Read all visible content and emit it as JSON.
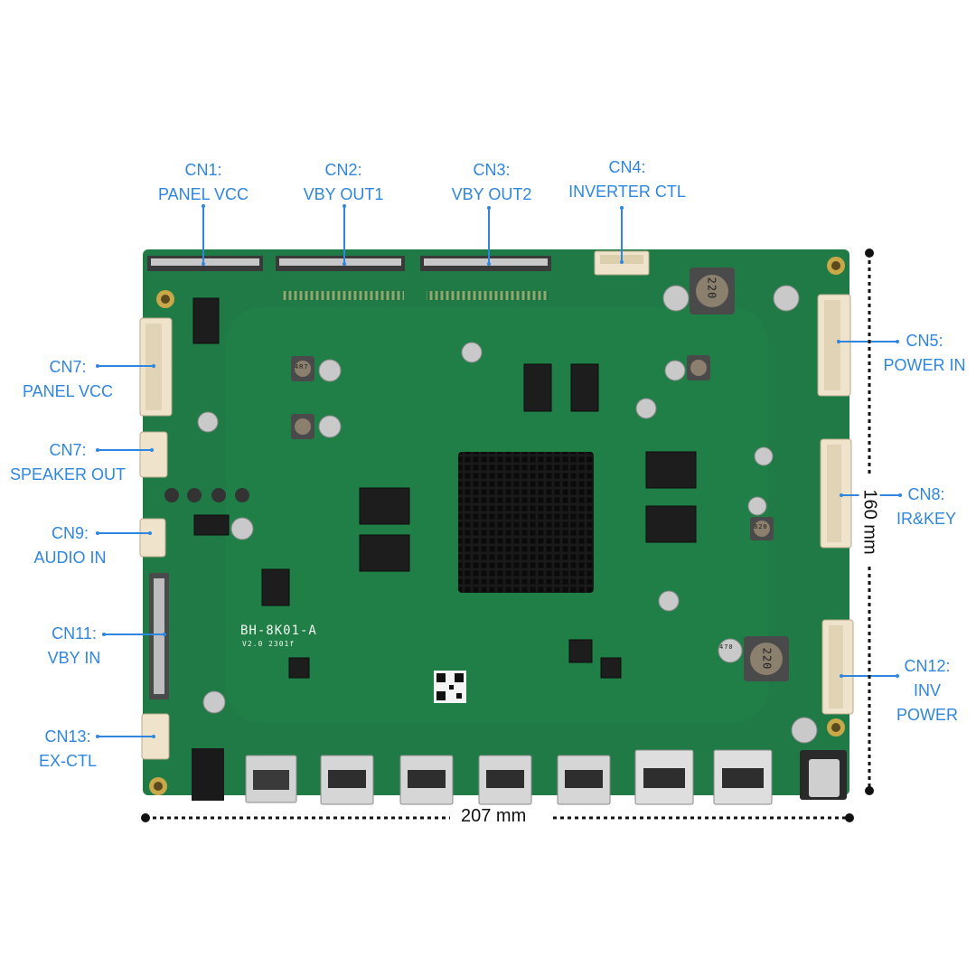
{
  "callouts": [
    {
      "id": "cn1",
      "code": "CN1:",
      "desc": [
        "PANEL VCC"
      ]
    },
    {
      "id": "cn2",
      "code": "CN2:",
      "desc": [
        "VBY OUT1"
      ]
    },
    {
      "id": "cn3",
      "code": "CN3:",
      "desc": [
        "VBY OUT2"
      ]
    },
    {
      "id": "cn4",
      "code": "CN4:",
      "desc": [
        "INVERTER CTL"
      ]
    },
    {
      "id": "cn5",
      "code": "CN5:",
      "desc": [
        "POWER IN"
      ]
    },
    {
      "id": "cn7a",
      "code": "CN7:",
      "desc": [
        "PANEL VCC"
      ]
    },
    {
      "id": "cn7b",
      "code": "CN7:",
      "desc": [
        "SPEAKER OUT"
      ]
    },
    {
      "id": "cn8",
      "code": "CN8:",
      "desc": [
        "IR&KEY"
      ]
    },
    {
      "id": "cn9",
      "code": "CN9:",
      "desc": [
        "AUDIO IN"
      ]
    },
    {
      "id": "cn11",
      "code": "CN11:",
      "desc": [
        "VBY IN"
      ]
    },
    {
      "id": "cn12",
      "code": "CN12:",
      "desc": [
        "INV",
        "POWER"
      ]
    },
    {
      "id": "cn13",
      "code": "CN13:",
      "desc": [
        "EX-CTL"
      ]
    }
  ],
  "dimensions": {
    "width": "207 mm",
    "height": "160 mm"
  },
  "board": {
    "model": "BH-8K01-A",
    "version": "V2.0 2301f",
    "cap_values": [
      "220",
      "220",
      "470",
      "4R7",
      "820"
    ]
  },
  "colors": {
    "label": "#2f86de",
    "pcb": "#1f7a45",
    "pcb_dark": "#165e34",
    "heatsink": "#151515",
    "connector": "#efe3cc",
    "metal": "#d6d6d6"
  }
}
